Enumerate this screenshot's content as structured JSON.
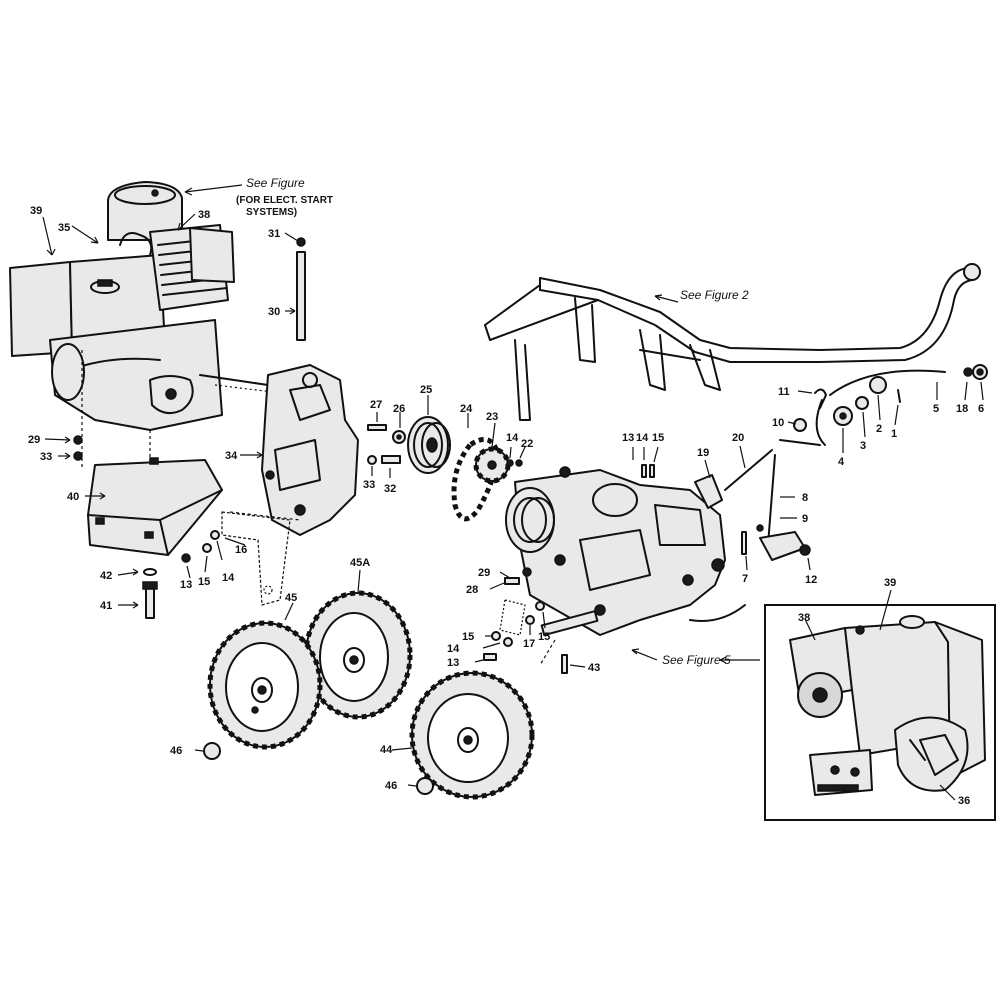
{
  "callouts": {
    "c1": "1",
    "c2": "2",
    "c3": "3",
    "c4": "4",
    "c5": "5",
    "c6": "6",
    "c7": "7",
    "c8": "8",
    "c9": "9",
    "c10": "10",
    "c11": "11",
    "c12": "12",
    "c13a": "13",
    "c13b": "13",
    "c13c": "13",
    "c14a": "14",
    "c14b": "14",
    "c14c": "14",
    "c14d": "14",
    "c15a": "15",
    "c15b": "15",
    "c15c": "15",
    "c15d": "15",
    "c16": "16",
    "c17": "17",
    "c18": "18",
    "c19": "19",
    "c20": "20",
    "c22": "22",
    "c23": "23",
    "c24": "24",
    "c25": "25",
    "c26": "26",
    "c27": "27",
    "c28": "28",
    "c29a": "29",
    "c29b": "29",
    "c30": "30",
    "c31": "31",
    "c32": "32",
    "c33a": "33",
    "c33b": "33",
    "c34": "34",
    "c35": "35",
    "c36": "36",
    "c38a": "38",
    "c38b": "38",
    "c39a": "39",
    "c39b": "39",
    "c40": "40",
    "c41": "41",
    "c42": "42",
    "c43": "43",
    "c44": "44",
    "c45": "45",
    "c45a": "45A",
    "c46a": "46",
    "c46b": "46"
  },
  "notes": {
    "see_figure_top": "See Figure",
    "elect_start_1": "(FOR ELECT. START",
    "elect_start_2": "SYSTEMS)",
    "see_figure_2": "See Figure 2",
    "see_figure_5": "See Figure 5"
  },
  "icons": {
    "engine": "engine-illustration",
    "wheel": "tire-wheel-illustration",
    "handle": "handlebar-illustration",
    "transmission": "transmission-illustration"
  }
}
